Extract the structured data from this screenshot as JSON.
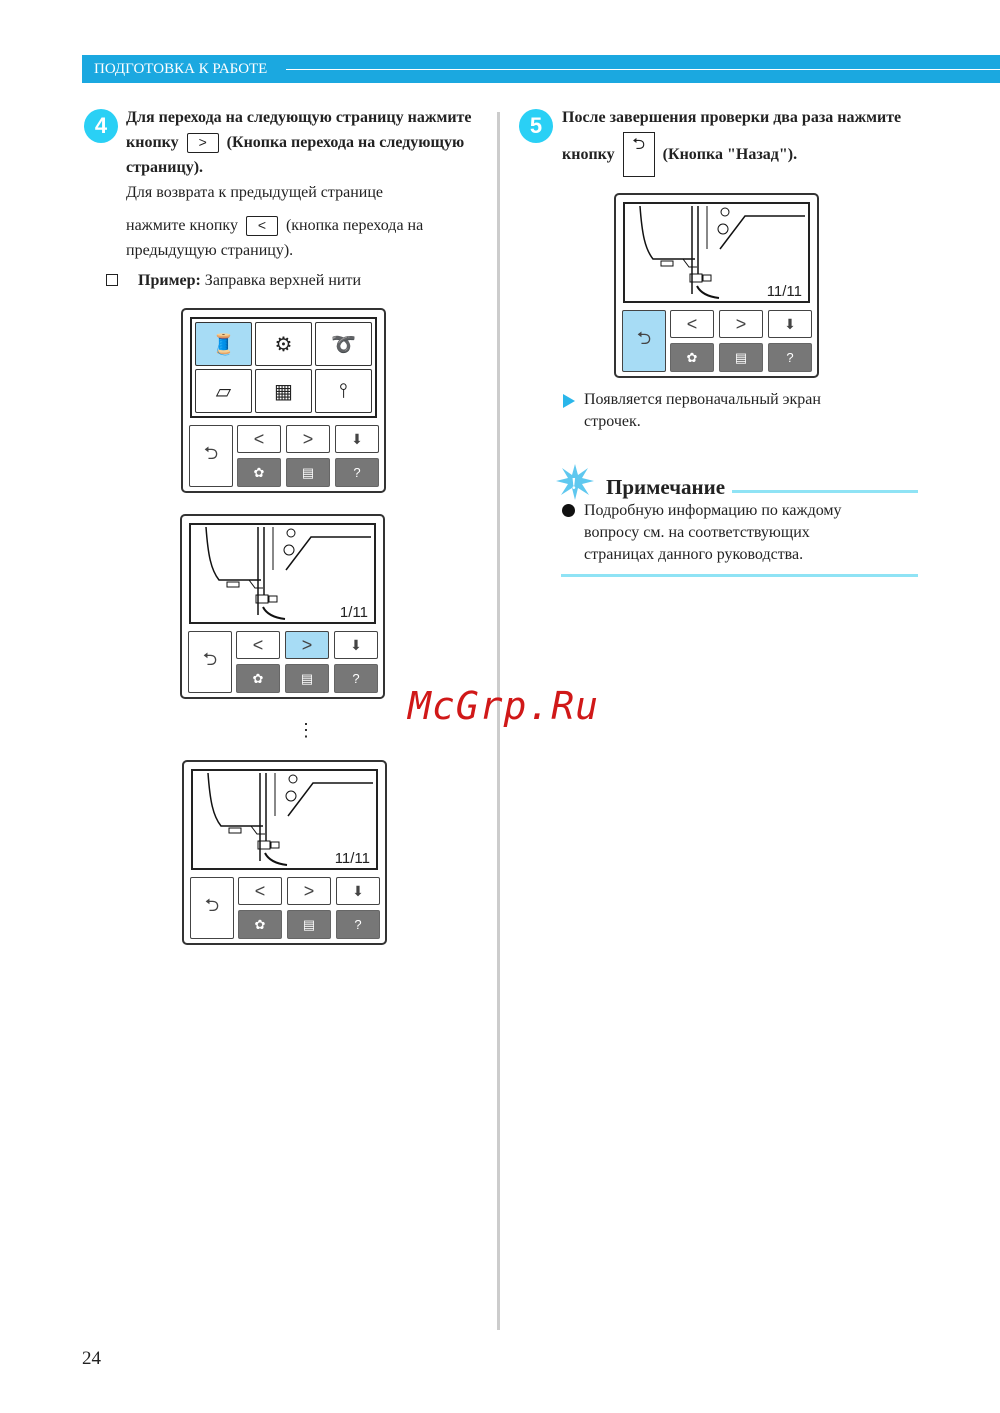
{
  "header": {
    "title": "ПОДГОТОВКА К РАБОТЕ"
  },
  "step4": {
    "number": "4",
    "line1": "Для перехода на следующую страницу нажмите",
    "line2a": "кнопку",
    "next_glyph": ">",
    "line2b": "(Кнопка перехода на следующую",
    "line3": "страницу).",
    "line4": "Для возврата к предыдущей странице",
    "line5a": "нажмите кнопку",
    "prev_glyph": "<",
    "line5b": "(кнопка перехода на",
    "line6": "предыдущую страницу).",
    "example_label": "Пример:",
    "example_text": "Заправка верхней нити"
  },
  "panels": {
    "p2_page": "1/11",
    "p3_page": "11/11",
    "p4_page": "11/11",
    "ellipsis": "⋮"
  },
  "buttons": {
    "back": "⮌",
    "prev": "<",
    "next": ">",
    "help": "?"
  },
  "step5": {
    "number": "5",
    "line1": "После завершения проверки два раза нажмите",
    "line2a": "кнопку",
    "back_glyph": "⮌",
    "line2b": "(Кнопка \"Назад\").",
    "result1": "Появляется первоначальный экран",
    "result2": "строчек."
  },
  "note": {
    "title": "Примечание",
    "text1": "Подробную информацию по каждому",
    "text2": "вопросу см. на соответствующих",
    "text3": "страницах данного руководства."
  },
  "watermark": "McGrp.Ru",
  "page_number": "24"
}
